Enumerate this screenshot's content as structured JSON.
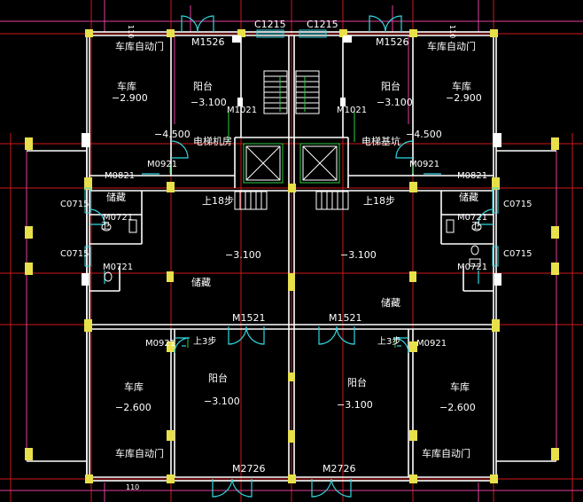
{
  "colors": {
    "background": "#000000",
    "wall": "#ffffff",
    "grid_axis": "#d01818",
    "dimension": "#e0409a",
    "door": "#33d6e0",
    "column": "#e8e04a",
    "fixture": "#2ecc40",
    "text": "#ffffff"
  },
  "labels": {
    "c1215_left": "C1215",
    "c1215_right": "C1215",
    "m1526_left": "M1526",
    "m1526_right": "M1526",
    "garage_door_tl": "车库自动门",
    "garage_door_tr": "车库自动门",
    "garage_tl": "车库",
    "garage_tl_level": "−2.900",
    "garage_tr": "车库",
    "garage_tr_level": "−2.900",
    "balcony_tl": "阳台",
    "balcony_tl_level": "−3.100",
    "balcony_tr": "阳台",
    "balcony_tr_level": "−3.100",
    "m1021_left": "M1021",
    "m1021_right": "M1021",
    "level_4500_left": "−4.500",
    "level_4500_right": "−4.500",
    "elevator_room_left": "电梯机房",
    "elevator_room_right": "电梯基坑",
    "m0921_tl": "M0921",
    "m0921_tr": "M0921",
    "m0821_left": "M0821",
    "m0821_right": "M0821",
    "storage_tl": "储藏",
    "storage_tr": "储藏",
    "c0715_tl": "C0715",
    "c0715_tr": "C0715",
    "c0715_bl": "C0715",
    "c0715_br": "C0715",
    "m0721_tl": "M0721",
    "m0721_tr": "M0721",
    "m0721_bl": "M0721",
    "m0721_br": "M0721",
    "toilet_left": "卫",
    "toilet_right": "卫",
    "up18_left": "上18步",
    "up18_right": "上18步",
    "level_3100_mid_left": "−3.100",
    "level_3100_mid_right": "−3.100",
    "storage_mid_left": "储藏",
    "storage_mid_right": "储藏",
    "m1521_left": "M1521",
    "m1521_right": "M1521",
    "m0921_bl": "M0921",
    "m0921_br": "M0921",
    "up3_left": "上3步",
    "up3_right": "上3步",
    "garage_bl": "车库",
    "garage_bl_level": "−2.600",
    "garage_br": "车库",
    "garage_br_level": "−2.600",
    "balcony_bl": "阳台",
    "balcony_bl_level": "−3.100",
    "balcony_br": "阳台",
    "balcony_br_level": "−3.100",
    "garage_door_bl": "车库自动门",
    "garage_door_br": "车库自动门",
    "m2726_left": "M2726",
    "m2726_right": "M2726",
    "tick_tl": "110",
    "tick_tr": "110",
    "tick_bl": "110"
  }
}
